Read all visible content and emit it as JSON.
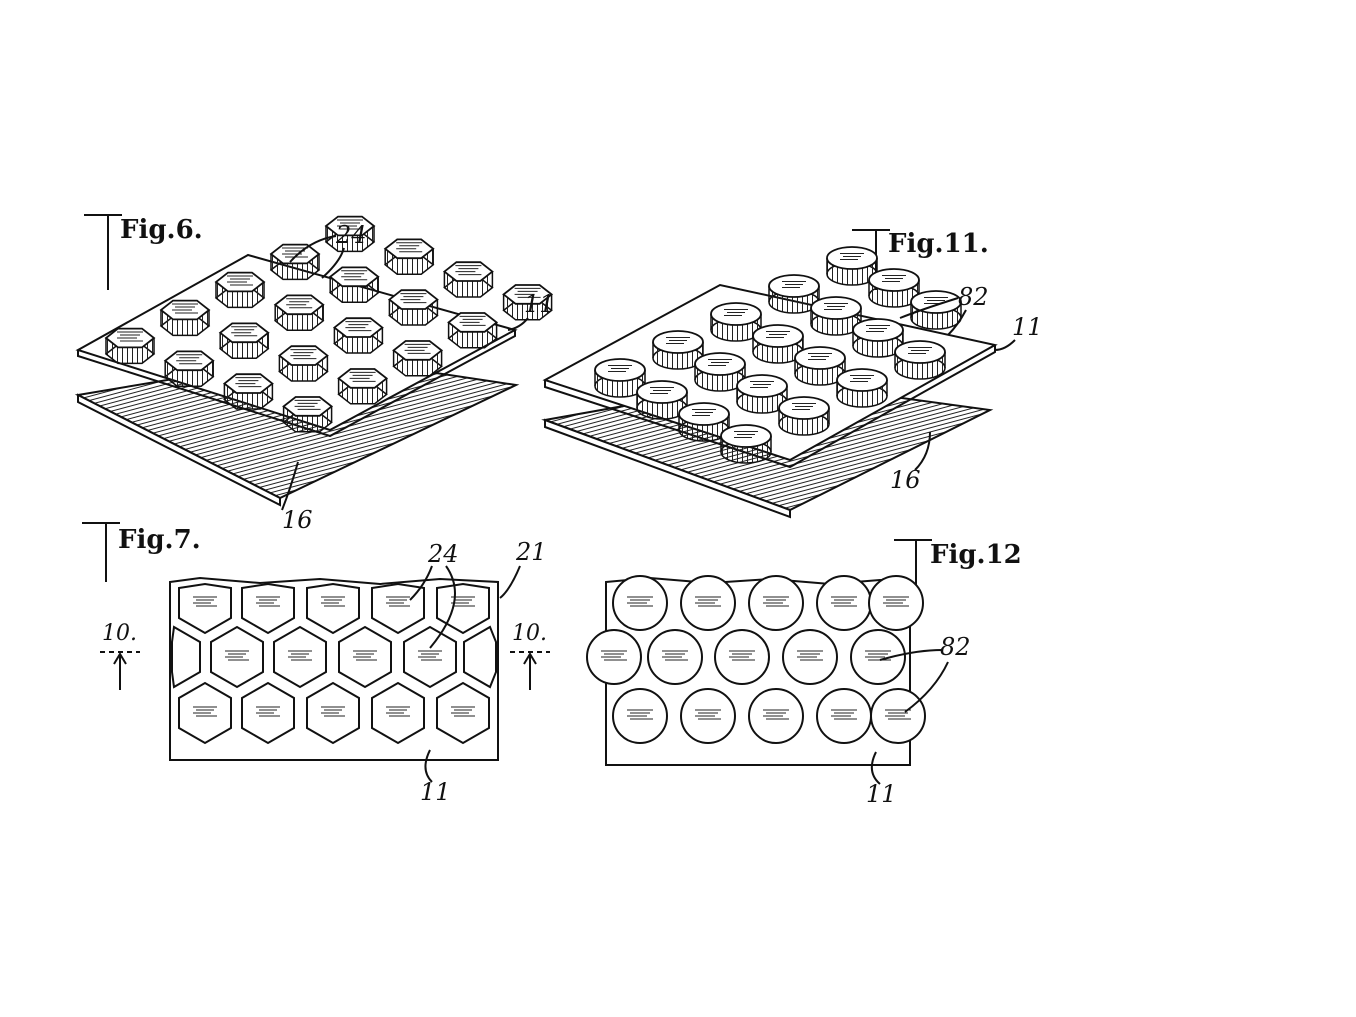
{
  "figures": [
    {
      "id": "fig6",
      "title": "Fig.6.",
      "callouts": [
        "24",
        "11",
        "16"
      ]
    },
    {
      "id": "fig11",
      "title": "Fig.11.",
      "callouts": [
        "82",
        "11",
        "16"
      ]
    },
    {
      "id": "fig7",
      "title": "Fig.7.",
      "callouts": [
        "24",
        "21",
        "10.",
        "10.",
        "11"
      ]
    },
    {
      "id": "fig12",
      "title": "Fig.12",
      "callouts": [
        "82",
        "11"
      ]
    }
  ],
  "colors": {
    "ink": "#111111",
    "paper": "#ffffff"
  }
}
